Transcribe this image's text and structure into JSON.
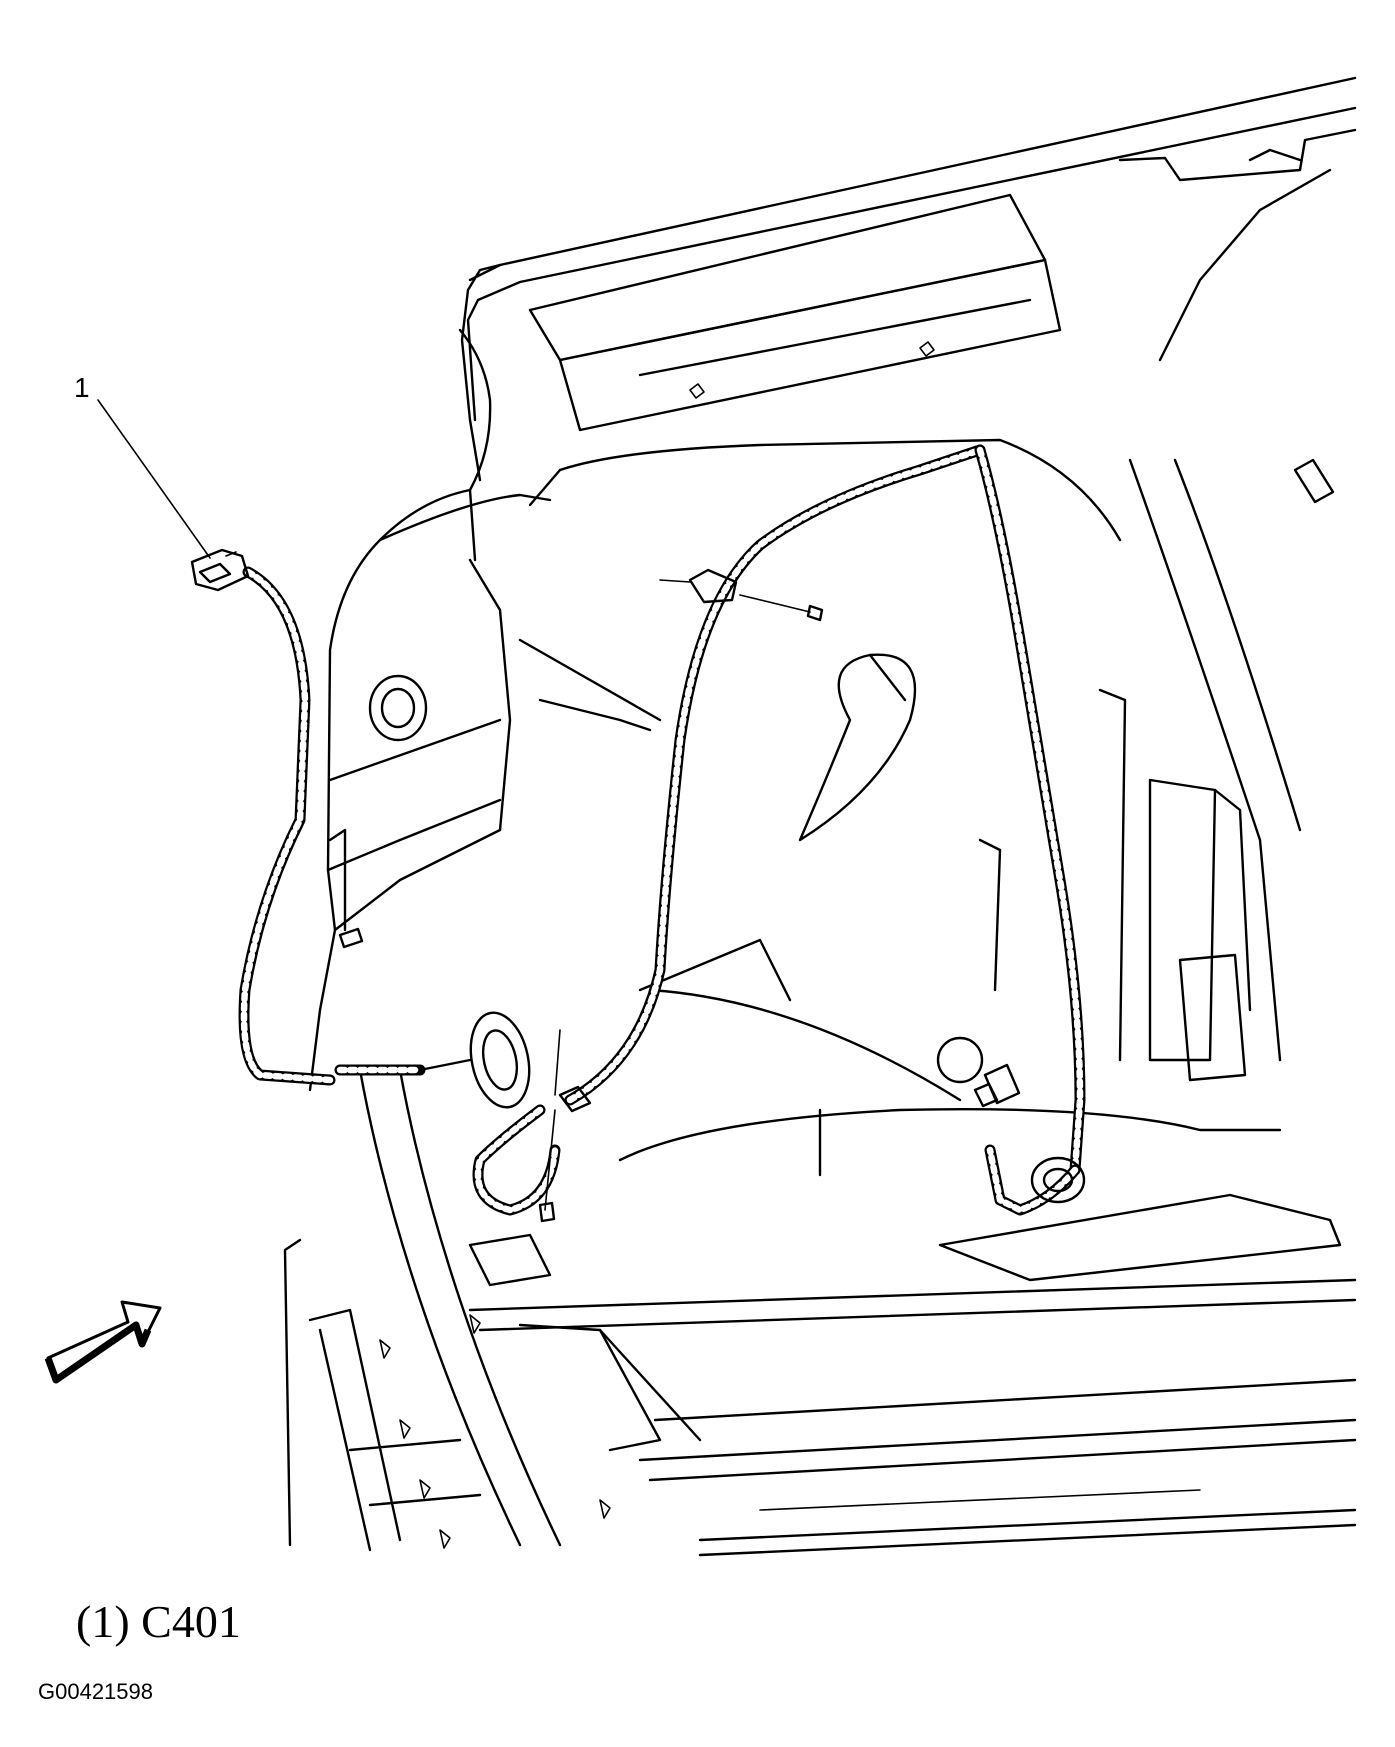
{
  "callout": {
    "number": "1"
  },
  "caption": {
    "text": "(1) C401"
  },
  "figure_id": "G00421598",
  "colors": {
    "line": "#000000",
    "background": "#ffffff"
  },
  "icons": [
    "view-direction-arrow-icon",
    "connector-icon"
  ]
}
